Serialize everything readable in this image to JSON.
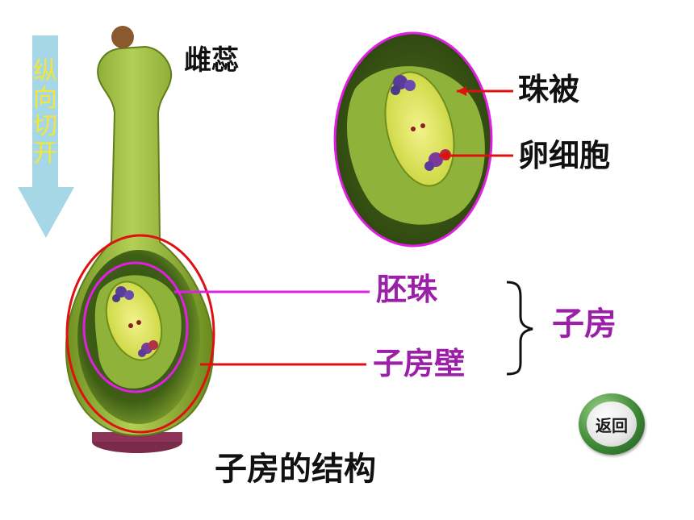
{
  "labels": {
    "pistil": "雌蕊",
    "integument": "珠被",
    "egg_cell": "卵细胞",
    "ovule": "胚珠",
    "ovary_wall": "子房壁",
    "ovary": "子房",
    "title": "子房的结构"
  },
  "cut_arrow": {
    "chars": [
      "纵",
      "向",
      "切",
      "开"
    ]
  },
  "back_button": {
    "label": "返回"
  },
  "colors": {
    "plant_green": "#8fb33a",
    "ovary_outline": "#e01010",
    "ovule_outline": "#e020e0",
    "label_purple": "#9b1fa8",
    "arrow_fill": "#a6d7e6",
    "arrow_text": "#f2e63a"
  }
}
